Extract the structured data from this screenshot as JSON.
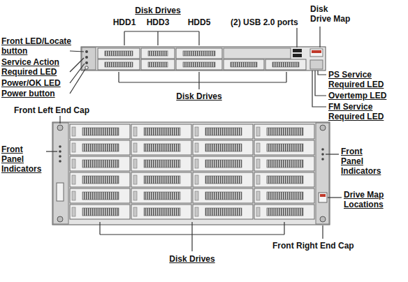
{
  "diagram": {
    "labels": [
      "Disk Drives",
      "HDD1",
      "HDD3",
      "HDD5",
      "(2) USB 2.0 ports",
      "Disk Drive Map",
      "Front LED/Locate button",
      "Service Action Required LED",
      "Power/OK LED",
      "Power button",
      "Disk Drives",
      "PS Service Required LED",
      "Overtemp LED",
      "FM Service Required LED",
      "Front Left End Cap",
      "Front Panel Indicators",
      "Front Panel Indicators",
      "Drive Map Locations",
      "Front Right End Cap",
      "Disk Drives"
    ]
  }
}
